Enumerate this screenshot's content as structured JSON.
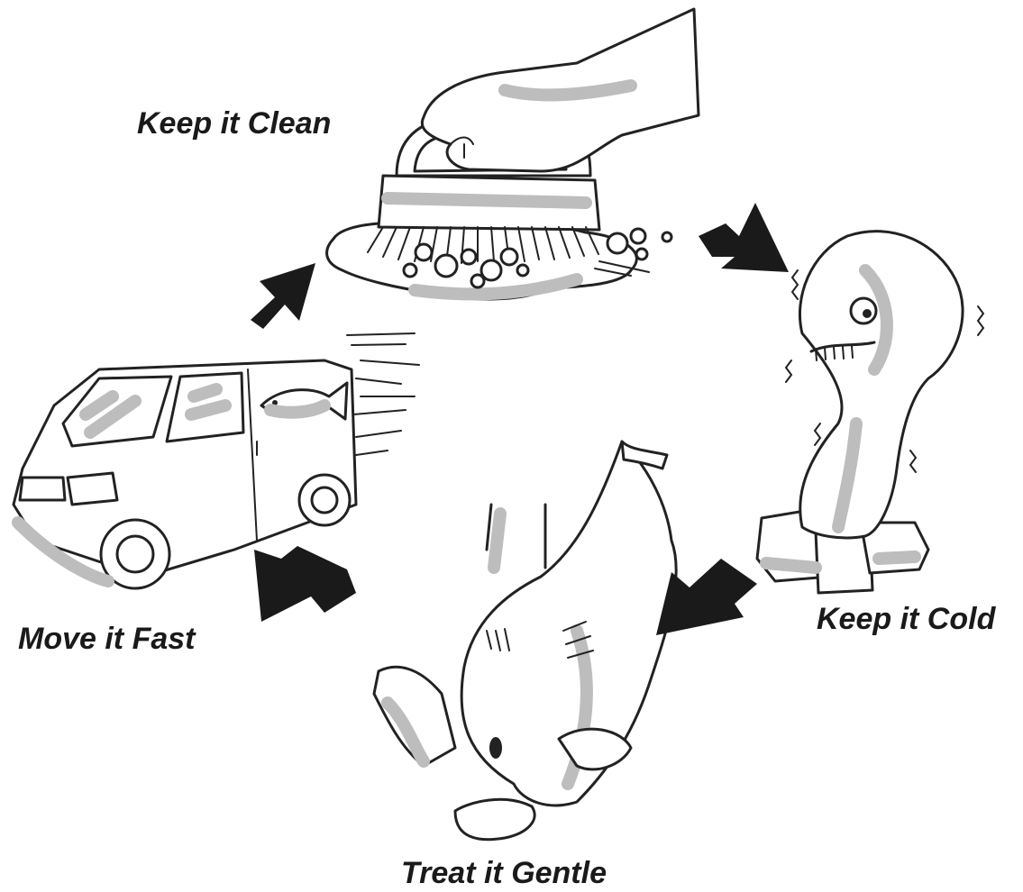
{
  "steps": {
    "clean": "Keep it Clean",
    "cold": "Keep it Cold",
    "gentle": "Treat it Gentle",
    "fast": "Move it Fast"
  },
  "colors": {
    "ink": "#222222",
    "arrow": "#1a1a1a",
    "shade": "#bdbdbd",
    "background": "#ffffff"
  },
  "cycle_order": [
    "clean",
    "cold",
    "gentle",
    "fast"
  ]
}
